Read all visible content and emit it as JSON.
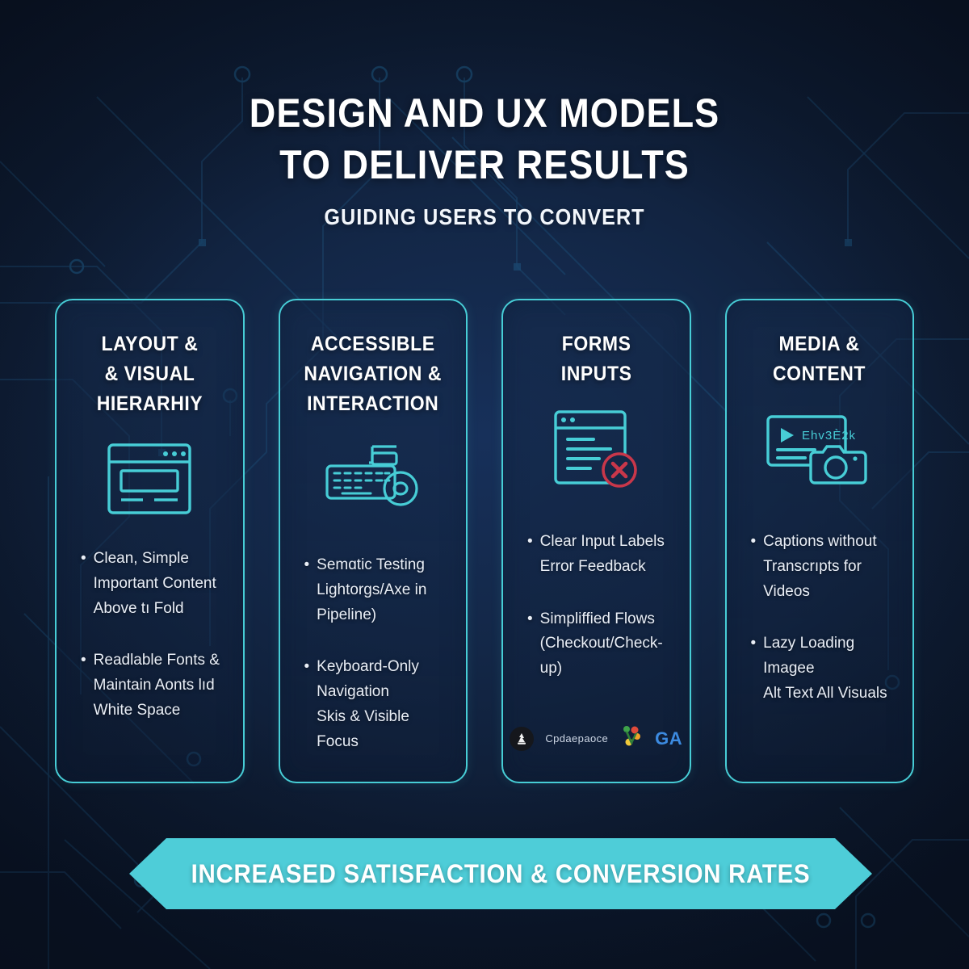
{
  "colors": {
    "background_dark": "#0a1426",
    "background_mid": "#17305a",
    "accent_teal": "#47cdd6",
    "banner_teal": "#4ecdd8",
    "text_white": "#ffffff",
    "error_red": "#c8374a",
    "logo_blue": "#3c8ae0"
  },
  "header": {
    "title_line_1": "DESIGN AND UX MODELS",
    "title_line_2": "TO DELIVER RESULTS",
    "subtitle": "GUIDING USERS TO CONVERT"
  },
  "cards": [
    {
      "title_lines": [
        "LAYOUT &",
        "& VISUAL",
        "HIERARHIY"
      ],
      "icon": "browser-layout-icon",
      "bullets": [
        [
          "Clean, Simple",
          "Important Content",
          "Above tı Fold"
        ],
        [
          "Readlable Fonts &",
          "Maintain Aonts lıd",
          "White Space"
        ]
      ]
    },
    {
      "title_lines": [
        "ACCESSIBLE",
        "NAVIGATION &",
        "INTERACTION"
      ],
      "icon": "keyboard-mouse-icon",
      "bullets": [
        [
          "Semɑtic Testing",
          "Lightorgs/Axe in Pipeline)"
        ],
        [
          "Keyboard-Only Navigation",
          "Skis & Visible Focus"
        ]
      ]
    },
    {
      "title_lines": [
        "FORMS",
        "INPUTS"
      ],
      "icon": "form-error-icon",
      "bullets": [
        [
          "Clear Input Labels",
          "Error Feedback"
        ],
        [
          "Simpliffied Flows",
          "(Checkout/Check-up)"
        ]
      ],
      "logos": [
        {
          "type": "badge",
          "label": ""
        },
        {
          "type": "word",
          "label": "Cpdaepaoce"
        },
        {
          "type": "mark",
          "label": ""
        },
        {
          "type": "text",
          "label": "GA"
        }
      ]
    },
    {
      "title_lines": [
        "MEDIA &",
        "CONTENT"
      ],
      "icon": "video-camera-icon",
      "icon_caption": "Ehv3Ĉ2k",
      "bullets": [
        [
          "Captions without",
          "Transcrıpts for Videos"
        ],
        [
          "Lazy Loading Imaɡee",
          "Alt Text All Visuals"
        ]
      ]
    }
  ],
  "banner": {
    "text": "INCREASED SATISFACTION & CONVERSION RATES",
    "shape": "double-arrow"
  }
}
